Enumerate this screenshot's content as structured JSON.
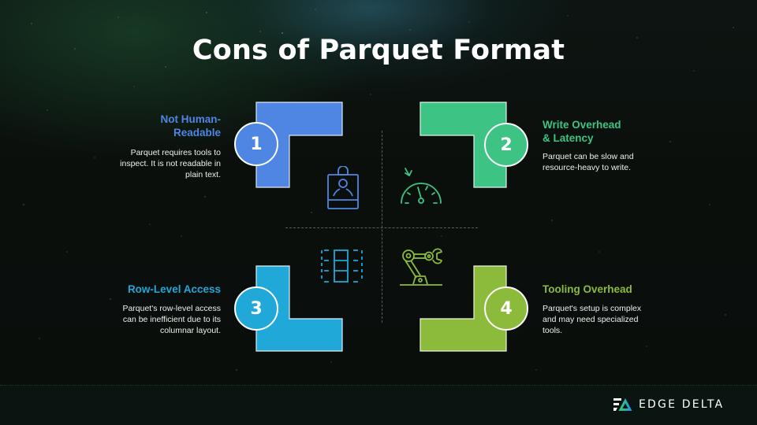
{
  "title": "Cons of Parquet Format",
  "colors": {
    "blue": "#4f86e3",
    "green": "#3dc484",
    "cyan": "#20a8d8",
    "lime": "#8cbb3c",
    "divider": "#5a605c",
    "background": "#0b0f0c"
  },
  "items": [
    {
      "number": "1",
      "heading": "Not Human-Readable",
      "heading_line1": "Not Human-",
      "heading_line2": "Readable",
      "description": "Parquet requires tools to inspect. It is not readable in plain text.",
      "color": "#4f86e3",
      "icon": "id-badge-icon"
    },
    {
      "number": "2",
      "heading": "Write Overhead & Latency",
      "heading_line1": "Write Overhead",
      "heading_line2": "& Latency",
      "description": "Parquet can be slow and resource-heavy to write.",
      "color": "#3dc484",
      "icon": "speedometer-icon"
    },
    {
      "number": "3",
      "heading": "Row-Level Access",
      "description": "Parquet's row-level access can be inefficient due to its columnar layout.",
      "color": "#20a8d8",
      "icon": "column-rows-icon"
    },
    {
      "number": "4",
      "heading": "Tooling Overhead",
      "description": "Parquet's setup is complex and may need specialized tools.",
      "color": "#8cbb3c",
      "icon": "robotic-arm-icon"
    }
  ],
  "logo": {
    "text": "EDGE DELTA",
    "icon": "edge-delta-logo-icon"
  }
}
